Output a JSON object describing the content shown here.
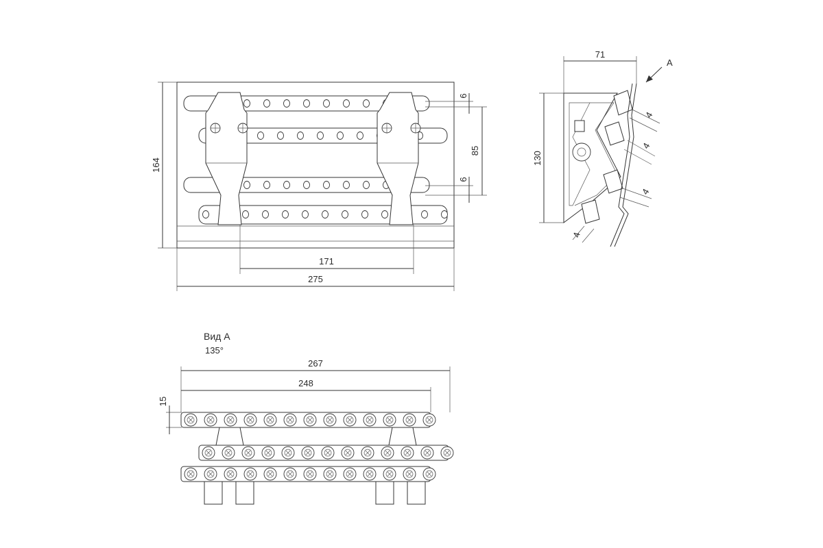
{
  "front_view": {
    "dim_height": "164",
    "dim_total_width": "275",
    "dim_inner_width": "171",
    "dim_spacing": "85",
    "dim_top_gap": "6",
    "dim_bottom_gap": "6"
  },
  "side_view": {
    "dim_width": "71",
    "dim_height": "130",
    "view_arrow_label": "A",
    "dim_offsets": [
      "4",
      "4",
      "4",
      "4"
    ]
  },
  "view_a": {
    "title": "Вид А",
    "angle": "135°",
    "dim_overall": "267",
    "dim_bars": "248",
    "dim_bar_height": "15"
  }
}
